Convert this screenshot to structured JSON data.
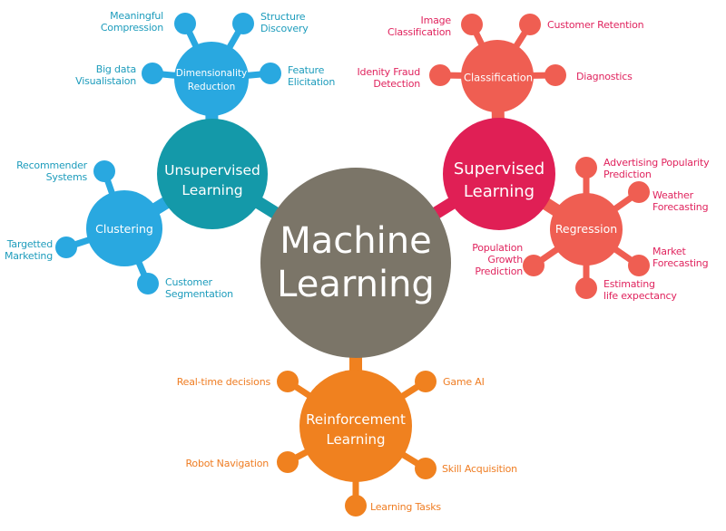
{
  "title": "Machine Learning",
  "colors": {
    "center": "#7b7568",
    "unsupervised": "#1499a9",
    "dimensionality": "#29a8e0",
    "clustering": "#29a8e0",
    "supervised": "#e01f55",
    "classification": "#ef5e52",
    "regression": "#ef5e52",
    "reinforcement": "#f0811f",
    "label_blue": "#1d9cbc",
    "label_pink": "#e0245e",
    "label_orange": "#ef7d23"
  },
  "center": {
    "label": "Machine\nLearning"
  },
  "branches": {
    "unsupervised": {
      "label": "Unsupervised\nLearning",
      "sub": {
        "dimensionality": {
          "label": "Dimensionality\nReduction",
          "leaves": [
            "Meaningful\nCompression",
            "Structure\nDiscovery",
            "Big data\nVisualistaion",
            "Feature\nElicitation"
          ]
        },
        "clustering": {
          "label": "Clustering",
          "leaves": [
            "Recommender\nSystems",
            "Targetted\nMarketing",
            "Customer\nSegmentation"
          ]
        }
      }
    },
    "supervised": {
      "label": "Supervised\nLearning",
      "sub": {
        "classification": {
          "label": "Classification",
          "leaves": [
            "Image\nClassification",
            "Customer Retention",
            "Idenity Fraud\nDetection",
            "Diagnostics"
          ]
        },
        "regression": {
          "label": "Regression",
          "leaves": [
            "Advertising Popularity\nPrediction",
            "Weather\nForecasting",
            "Market\nForecasting",
            "Estimating\nlife expectancy",
            "Population\nGrowth\nPrediction"
          ]
        }
      }
    },
    "reinforcement": {
      "label": "Reinforcement\nLearning",
      "leaves": [
        "Real-time decisions",
        "Game AI",
        "Robot Navigation",
        "Skill Acquisition",
        "Learning Tasks"
      ]
    }
  }
}
